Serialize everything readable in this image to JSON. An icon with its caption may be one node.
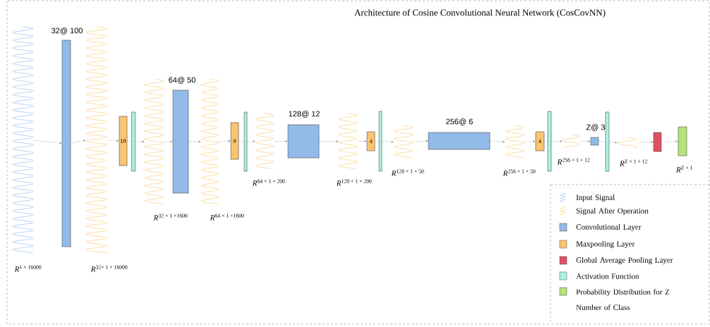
{
  "diagram": {
    "title": "Architecture of Cosine Convolutional Neural Network (CosCovNN)",
    "nodes": [
      {
        "text": [],
        "shape": "wave",
        "beside": [
          "*R*$^{1 × 16000}$"
        ]
      },
      {
        "text": [
          "32@ 100"
        ]
      },
      {
        "text": [],
        "shape": "wave",
        "beside": [
          "*R*$^{32× 1 × 16000}$"
        ]
      },
      {
        "text": [
          "10"
        ]
      },
      {
        "text": [],
        "shape": "bar"
      },
      {
        "text": [],
        "shape": "wave",
        "beside": [
          "*R*$^{32 × 1 ×1600}$"
        ]
      },
      {
        "text": [
          "64@ 50"
        ]
      },
      {
        "text": [],
        "shape": "wave",
        "beside": [
          "*R*$^{64 × 1 ×1600}$"
        ]
      },
      {
        "text": [
          "8"
        ]
      },
      {
        "text": [],
        "shape": "bar"
      },
      {
        "text": [],
        "shape": "wave",
        "beside": [
          "*R*$^{64 × 1 × 200}$"
        ]
      },
      {
        "text": [
          "128@ 12"
        ]
      },
      {
        "text": [],
        "shape": "wave",
        "beside": [
          "*R*$^{128 × 1 × 200}$"
        ]
      },
      {
        "text": [
          "4"
        ]
      },
      {
        "text": [],
        "shape": "bar"
      },
      {
        "text": [],
        "shape": "wave",
        "beside": [
          "*R*$^{128 × 1 × 50}$"
        ]
      },
      {
        "text": [
          "256@ 6"
        ]
      },
      {
        "text": [],
        "shape": "wave",
        "beside": [
          "*R*$^{256 × 1 × 50}$"
        ]
      },
      {
        "text": [
          "4"
        ]
      },
      {
        "text": [],
        "shape": "bar"
      },
      {
        "text": [],
        "shape": "wave",
        "beside": [
          "*R*$^{256 × 1 × 12}$"
        ]
      },
      {
        "text": [
          "Z@ 3"
        ]
      },
      {
        "text": [],
        "shape": "bar"
      },
      {
        "text": [],
        "shape": "wave",
        "beside": [
          "*R*$^{Z × 1 × 12}$"
        ]
      },
      {
        "text": [],
        "shape": "box"
      },
      {
        "text": [],
        "shape": "box",
        "beside": [
          "*R*$^{Z × 1}$"
        ]
      }
    ],
    "edges": [
      {
        "from": 0,
        "to": 1,
        "arrow": "to"
      },
      {
        "from": 1,
        "to": 2,
        "arrow": "to"
      },
      {
        "from": 2,
        "to": 3,
        "arrow": "to"
      },
      {
        "from": 3,
        "to": 4,
        "arrow": "none"
      },
      {
        "from": 4,
        "to": 5,
        "arrow": "to"
      },
      {
        "from": 5,
        "to": 6,
        "arrow": "to"
      },
      {
        "from": 6,
        "to": 7,
        "arrow": "to"
      },
      {
        "from": 7,
        "to": 8,
        "arrow": "to"
      },
      {
        "from": 8,
        "to": 9,
        "arrow": "none"
      },
      {
        "from": 9,
        "to": 10,
        "arrow": "to"
      },
      {
        "from": 10,
        "to": 11,
        "arrow": "to"
      },
      {
        "from": 11,
        "to": 12,
        "arrow": "to"
      },
      {
        "from": 12,
        "to": 13,
        "arrow": "to"
      },
      {
        "from": 13,
        "to": 14,
        "arrow": "none"
      },
      {
        "from": 14,
        "to": 15,
        "arrow": "to"
      },
      {
        "from": 15,
        "to": 16,
        "arrow": "to"
      },
      {
        "from": 16,
        "to": 17,
        "arrow": "to"
      },
      {
        "from": 17,
        "to": 18,
        "arrow": "to"
      },
      {
        "from": 18,
        "to": 19,
        "arrow": "none"
      },
      {
        "from": 19,
        "to": 20,
        "arrow": "to"
      },
      {
        "from": 20,
        "to": 21,
        "arrow": "to"
      },
      {
        "from": 21,
        "to": 22,
        "arrow": "none"
      },
      {
        "from": 22,
        "to": 23,
        "arrow": "to"
      },
      {
        "from": 23,
        "to": 24,
        "arrow": "to"
      },
      {
        "from": 24,
        "to": 25,
        "arrow": "to"
      }
    ],
    "legend": [
      {
        "text": "Input Signal"
      },
      {
        "text": "Signal After Operation"
      },
      {
        "text": "Convolutional Layer",
        "color": "#93bbe9"
      },
      {
        "text": "Maxpooling Layer",
        "color": "#f9c56f"
      },
      {
        "text": "Global Average Pooling Layer",
        "color": "#df5163"
      },
      {
        "text": "Activation Function",
        "color": "#adf2e2"
      },
      {
        "text": "Probability Distribution for Z Number of Class",
        "color": "#b6e37b"
      }
    ]
  }
}
